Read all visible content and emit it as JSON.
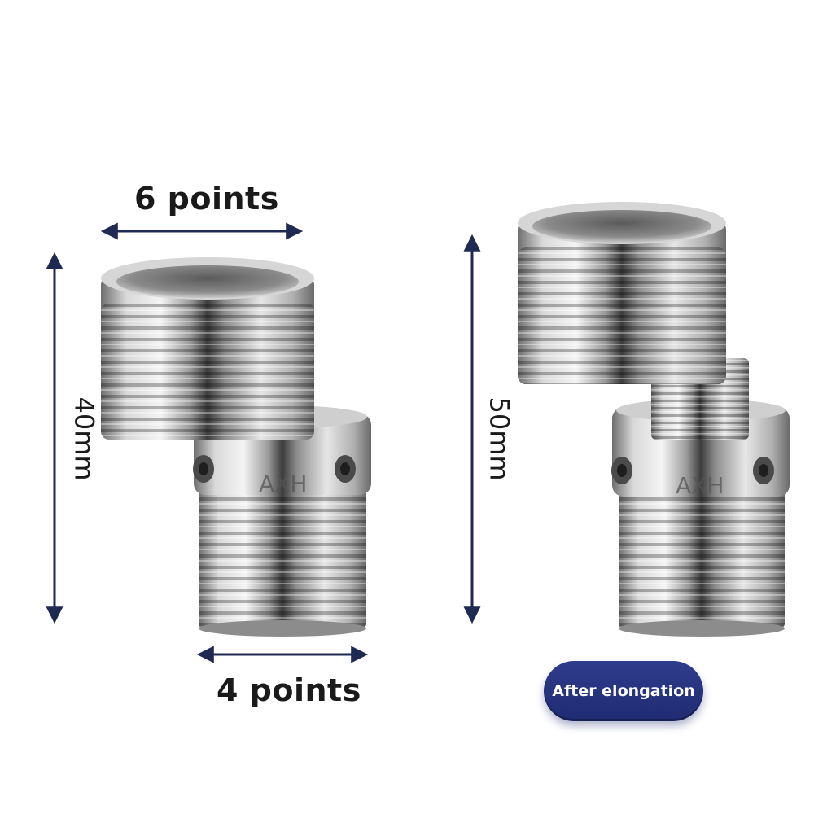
{
  "labels": {
    "top_width": "6 points",
    "bottom_width": "4 points",
    "left_height": "40mm",
    "right_height": "50mm",
    "badge": "After elongation",
    "engraving_left": "AXH",
    "engraving_right": "AXH"
  },
  "colors": {
    "arrow": "#1f2a52",
    "badge_bg": "#24317a",
    "metal_light": "#e8e8e8",
    "metal_dark": "#3a3a3a"
  },
  "icons": [
    "double-arrow-horizontal",
    "double-arrow-vertical",
    "hex-socket-screw"
  ]
}
